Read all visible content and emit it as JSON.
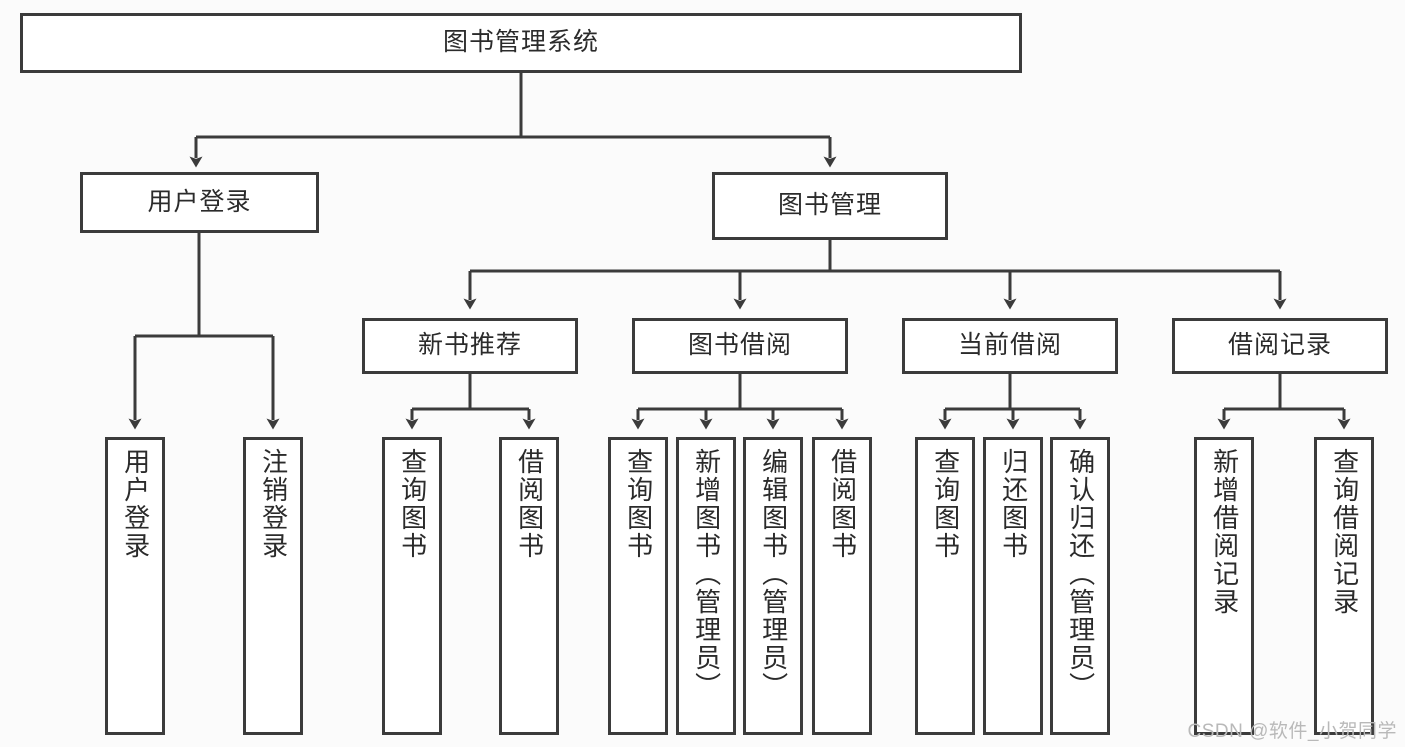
{
  "diagram": {
    "title": "图书管理系统",
    "type": "tree",
    "nodes": {
      "root": {
        "label": "图书管理系统"
      },
      "level1": [
        {
          "id": "user-login",
          "label": "用户登录"
        },
        {
          "id": "book-manage",
          "label": "图书管理"
        }
      ],
      "level2": [
        {
          "id": "new-book-recommend",
          "label": "新书推荐",
          "parent": "book-manage"
        },
        {
          "id": "book-borrow",
          "label": "图书借阅",
          "parent": "book-manage"
        },
        {
          "id": "current-borrow",
          "label": "当前借阅",
          "parent": "book-manage"
        },
        {
          "id": "borrow-record",
          "label": "借阅记录",
          "parent": "book-manage"
        }
      ],
      "leaves": [
        {
          "id": "leaf-user-login",
          "label": "用户登录",
          "parent": "user-login"
        },
        {
          "id": "leaf-user-logout",
          "label": "注销登录",
          "parent": "user-login"
        },
        {
          "id": "leaf-query-book-1",
          "label": "查询图书",
          "parent": "new-book-recommend"
        },
        {
          "id": "leaf-borrow-book-1",
          "label": "借阅图书",
          "parent": "new-book-recommend"
        },
        {
          "id": "leaf-query-book-2",
          "label": "查询图书",
          "parent": "book-borrow"
        },
        {
          "id": "leaf-add-book",
          "label": "新增图书（管理员）",
          "parent": "book-borrow"
        },
        {
          "id": "leaf-edit-book",
          "label": "编辑图书（管理员）",
          "parent": "book-borrow"
        },
        {
          "id": "leaf-borrow-book-2",
          "label": "借阅图书",
          "parent": "book-borrow"
        },
        {
          "id": "leaf-query-book-3",
          "label": "查询图书",
          "parent": "current-borrow"
        },
        {
          "id": "leaf-return-book",
          "label": "归还图书",
          "parent": "current-borrow"
        },
        {
          "id": "leaf-confirm-return",
          "label": "确认归还（管理员）",
          "parent": "current-borrow"
        },
        {
          "id": "leaf-add-record",
          "label": "新增借阅记录",
          "parent": "borrow-record"
        },
        {
          "id": "leaf-query-record",
          "label": "查询借阅记录",
          "parent": "borrow-record"
        }
      ]
    },
    "colors": {
      "border": "#3b3b3b",
      "fill": "#ffffff",
      "text": "#2b2b2b",
      "background": "#fbfbfb",
      "watermark": "#b9b9b9"
    }
  },
  "watermark": {
    "text": "CSDN @软件_小贺同学"
  }
}
